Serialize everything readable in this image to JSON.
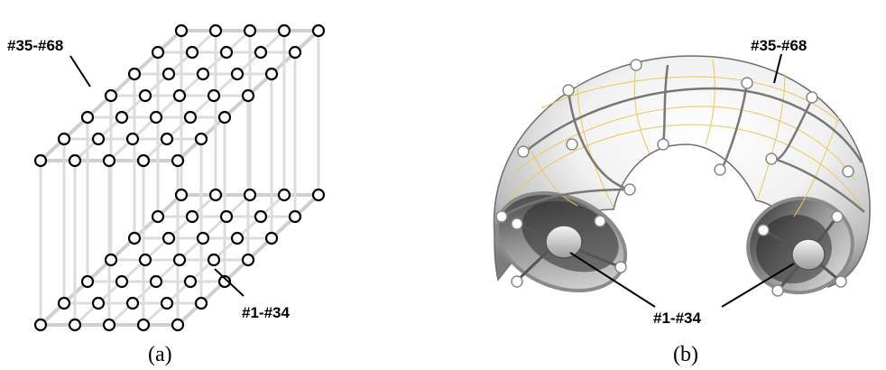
{
  "panel_a": {
    "label_top": "#35-#68",
    "label_bottom": "#1-#34",
    "caption": "(a)"
  },
  "panel_b": {
    "label_top": "#35-#68",
    "label_bottom": "#1-#34",
    "caption": "(b)"
  }
}
